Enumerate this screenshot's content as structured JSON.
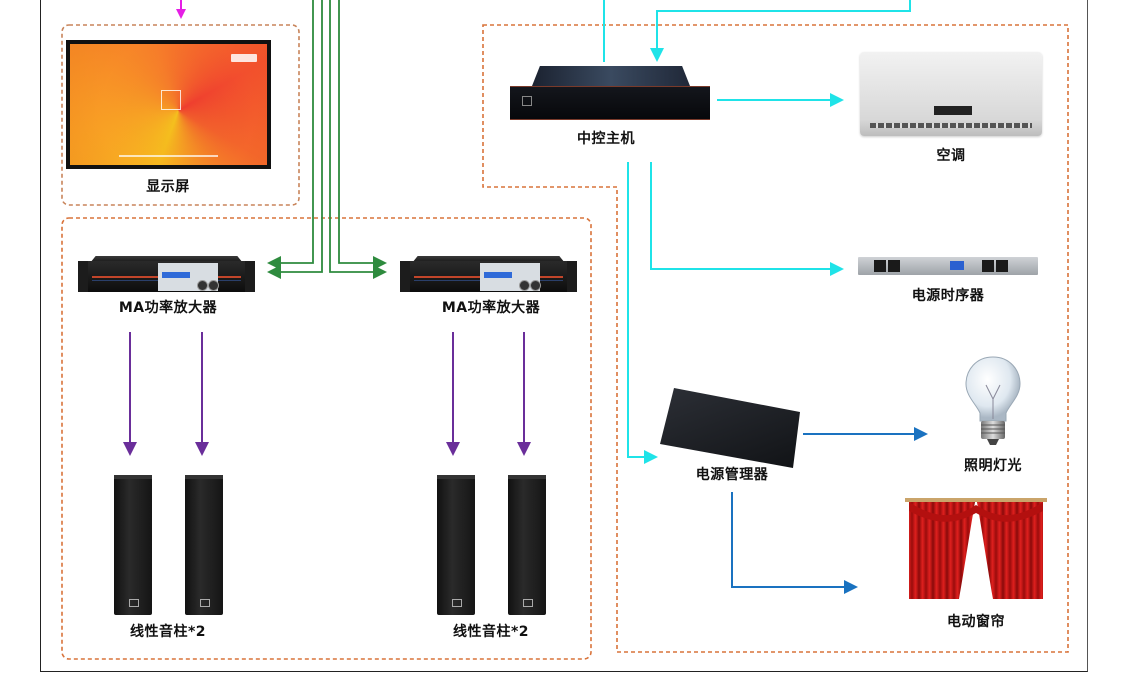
{
  "diagram": {
    "title": "",
    "colors": {
      "dashed_border": "#d9733a",
      "magenta_arrow": "#e51ee5",
      "green_wire": "#2e8b3e",
      "cyan_wire": "#1fe3e8",
      "purple_wire": "#6a2e9a",
      "blue_wire": "#1a72c0",
      "frame": "#222222"
    },
    "groups": [
      {
        "id": "display-group",
        "items": [
          "display"
        ]
      },
      {
        "id": "amplifier-group",
        "items": [
          "amp-left",
          "amp-right",
          "speakers-left",
          "speakers-right"
        ]
      },
      {
        "id": "control-group",
        "items": [
          "controller",
          "air-conditioner",
          "power-sequencer",
          "power-manager",
          "lighting",
          "curtain"
        ]
      }
    ],
    "nodes": {
      "display": {
        "label": "显示屏",
        "icon": "display-screen-icon"
      },
      "amp_left": {
        "label": "MA功率放大器",
        "icon": "power-amplifier-icon"
      },
      "amp_right": {
        "label": "MA功率放大器",
        "icon": "power-amplifier-icon"
      },
      "speakers_left": {
        "label": "线性音柱*2",
        "icon": "column-speaker-icon"
      },
      "speakers_right": {
        "label": "线性音柱*2",
        "icon": "column-speaker-icon"
      },
      "controller": {
        "label": "中控主机",
        "icon": "central-controller-icon"
      },
      "air_conditioner": {
        "label": "空调",
        "icon": "air-conditioner-icon"
      },
      "power_sequencer": {
        "label": "电源时序器",
        "icon": "power-sequencer-icon"
      },
      "power_manager": {
        "label": "电源管理器",
        "icon": "power-manager-icon"
      },
      "lighting": {
        "label": "照明灯光",
        "icon": "light-bulb-icon"
      },
      "curtain": {
        "label": "电动窗帘",
        "icon": "curtain-icon"
      }
    },
    "edges": [
      {
        "from": "upstream",
        "to": "display",
        "color": "magenta"
      },
      {
        "from": "upstream",
        "to": "amp_left",
        "color": "green"
      },
      {
        "from": "upstream",
        "to": "amp_right",
        "color": "green"
      },
      {
        "from": "amp_left",
        "to": "speakers_left",
        "color": "purple",
        "count": 2
      },
      {
        "from": "amp_right",
        "to": "speakers_right",
        "color": "purple",
        "count": 2
      },
      {
        "from": "controller",
        "to": "upstream",
        "color": "cyan"
      },
      {
        "from": "upstream",
        "to": "controller",
        "color": "cyan"
      },
      {
        "from": "controller",
        "to": "air_conditioner",
        "color": "cyan"
      },
      {
        "from": "controller",
        "to": "power_sequencer",
        "color": "cyan"
      },
      {
        "from": "controller",
        "to": "power_manager",
        "color": "cyan"
      },
      {
        "from": "power_manager",
        "to": "lighting",
        "color": "blue"
      },
      {
        "from": "power_manager",
        "to": "curtain",
        "color": "blue"
      }
    ]
  }
}
